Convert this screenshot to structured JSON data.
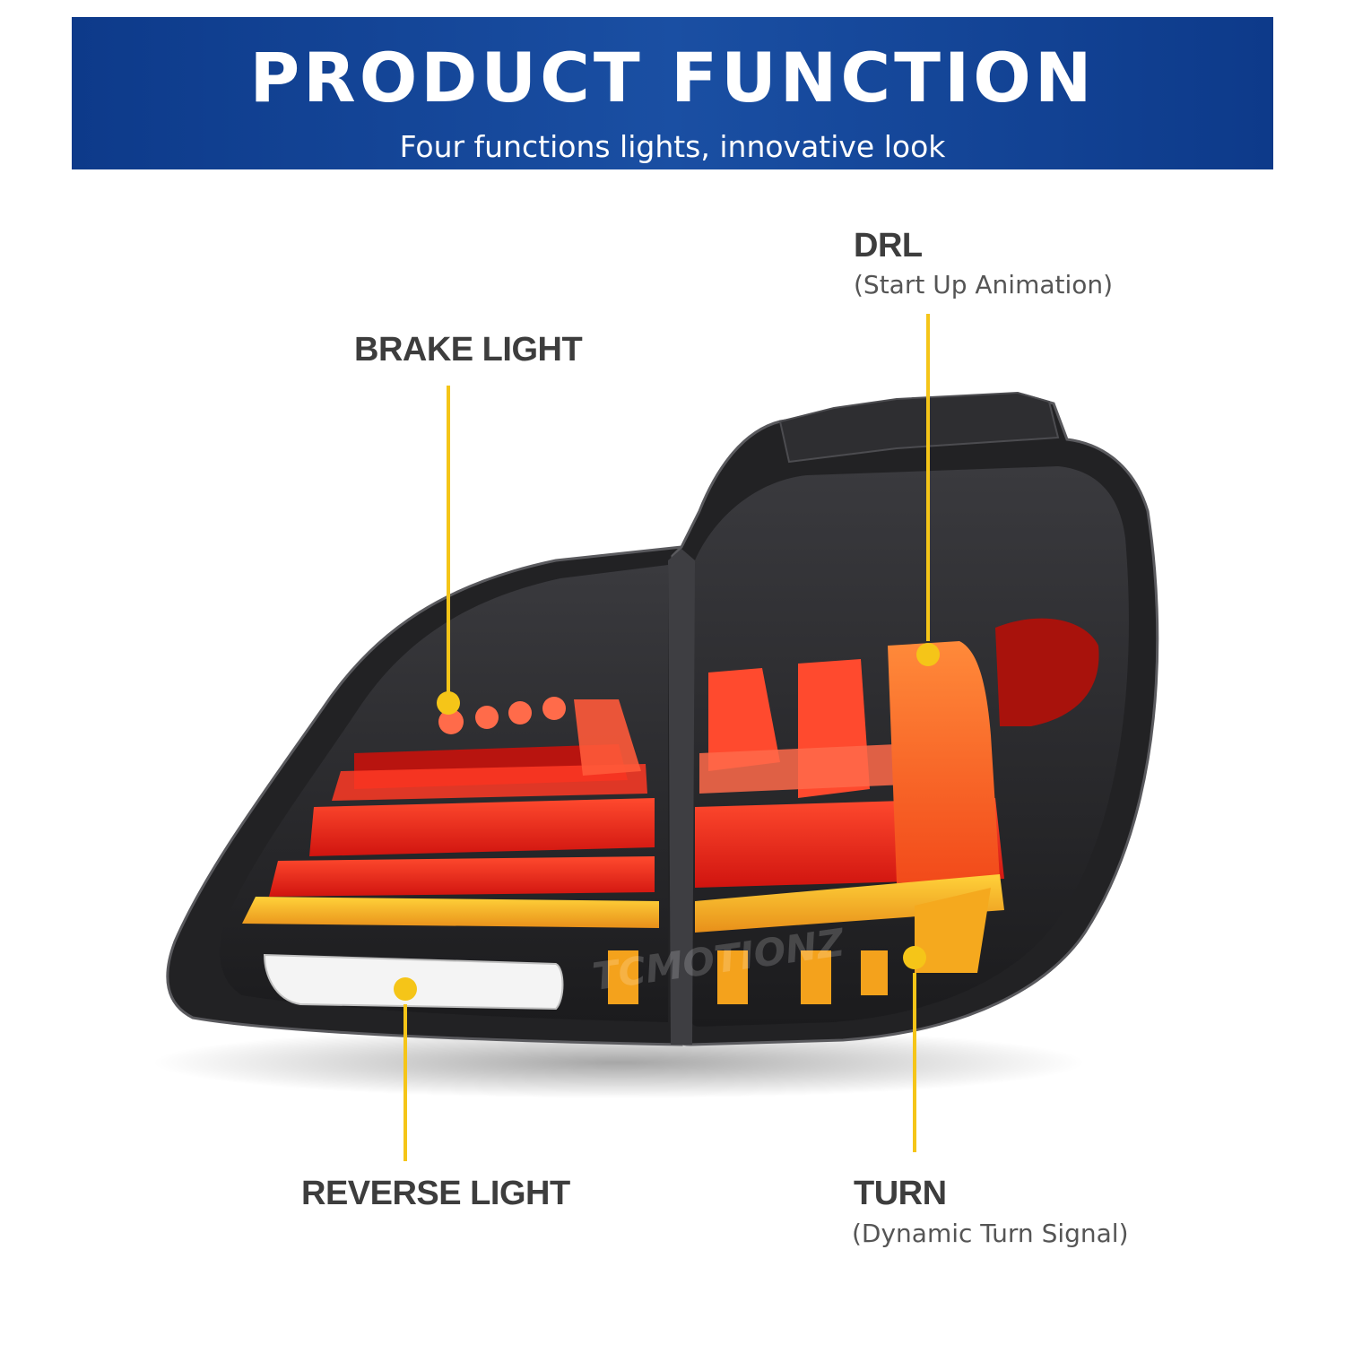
{
  "banner": {
    "title": "PRODUCT FUNCTION",
    "subtitle": "Four functions lights, innovative look"
  },
  "callouts": {
    "drl": {
      "label": "DRL",
      "sub": "(Start Up Animation)"
    },
    "brake": {
      "label": "BRAKE LIGHT"
    },
    "reverse": {
      "label": "REVERSE LIGHT"
    },
    "turn": {
      "label": "TURN",
      "sub": "(Dynamic Turn Signal)"
    }
  },
  "watermark": "TCMOTIONZ",
  "colors": {
    "banner_blue": "#1a4fa3",
    "callout_yellow": "#f5c518",
    "housing": "#2a2a2c",
    "red_light": "#e8231b",
    "amber_light": "#f4a21c",
    "reverse_white": "#f4f4f4"
  }
}
